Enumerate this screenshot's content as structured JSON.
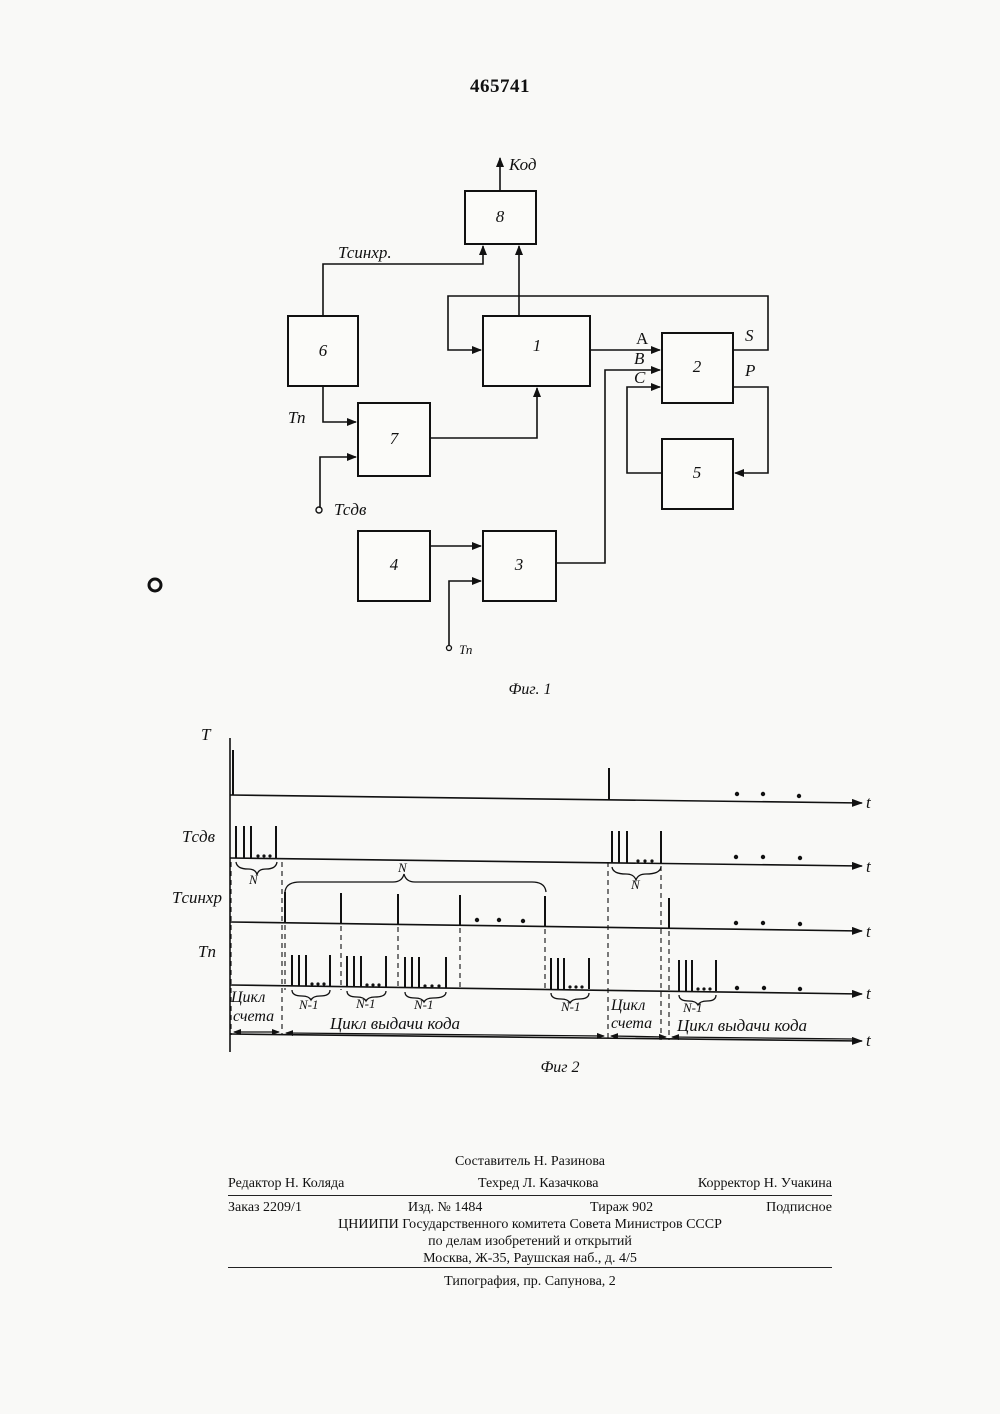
{
  "patent_number": "465741",
  "fig1": {
    "caption": "Фиг. 1",
    "blocks": [
      "1",
      "2",
      "3",
      "4",
      "5",
      "6",
      "7",
      "8"
    ],
    "labels": {
      "out_code": "Код",
      "t_sync": "Тсинхр.",
      "t_p": "Тп",
      "t_shift": "Тсдв",
      "t_bottom": "Тп",
      "a": "A",
      "b": "B",
      "c": "C",
      "s": "S",
      "p": "P"
    }
  },
  "fig2": {
    "caption": "Фиг 2",
    "rows": [
      "T",
      "Tсдв",
      "Tсинхр",
      "Tп"
    ],
    "axis": "t",
    "n_label": "N",
    "n1_label": "N-1",
    "count_cycle": [
      "Цикл",
      "счета"
    ],
    "output_cycle": "Цикл выдачи кода"
  },
  "colophon": {
    "compiler": "Составитель Н. Разинова",
    "editor": "Редактор Н. Коляда",
    "techred": "Техред Л. Казачкова",
    "corrector": "Корректор Н. Учакина",
    "order": "Заказ 2209/1",
    "issue": "Изд. № 1484",
    "circulation": "Тираж 902",
    "subscription": "Подписное",
    "org_line1": "ЦНИИПИ Государственного комитета Совета Министров СССР",
    "org_line2": "по делам изобретений и открытий",
    "address": "Москва, Ж-35, Раушская наб., д. 4/5",
    "printer": "Типография, пр. Сапунова, 2"
  }
}
